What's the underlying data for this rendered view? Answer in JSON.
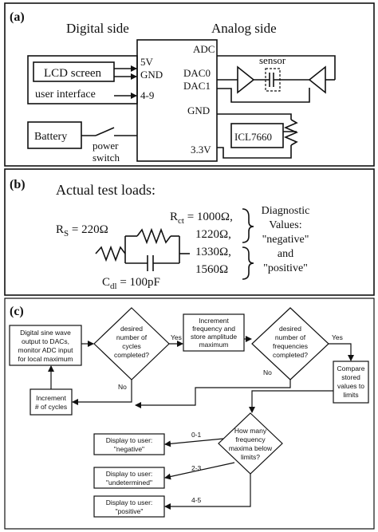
{
  "panel_a": {
    "label": "(a)",
    "digital_side": "Digital side",
    "analog_side": "Analog side",
    "lcd_screen": "LCD screen",
    "user_interface": "user interface",
    "pin_5v": "5V",
    "pin_gnd_left": "GND",
    "pin_4_9": "4-9",
    "battery": "Battery",
    "power": "power",
    "switch": "switch",
    "adc": "ADC",
    "dac0": "DAC0",
    "dac1": "DAC1",
    "gnd_right": "GND",
    "v33": "3.3V",
    "sensor": "sensor",
    "icl": "ICL7660"
  },
  "panel_b": {
    "label": "(b)",
    "title": "Actual test loads:",
    "rs_main": "R",
    "rs_sub": "S",
    "rs_val": " = 220Ω",
    "rct_main": "R",
    "rct_sub": "ct",
    "rct_val": " = 1000Ω,",
    "v1220": "1220Ω,",
    "v1330": "1330Ω,",
    "v1560": "1560Ω",
    "cdl_main": "C",
    "cdl_sub": "dl",
    "cdl_val": " = 100pF",
    "diag1": "Diagnostic",
    "diag2": "Values:",
    "diag3": "\"negative\"",
    "diag4": "and",
    "diag5": "\"positive\""
  },
  "panel_c": {
    "label": "(c)",
    "box_sine": [
      "Digital sine wave",
      "output to DACs,",
      "monitor ADC input",
      "for local maximum"
    ],
    "dec_cycles": [
      "desired",
      "number of",
      "cycles",
      "completed?"
    ],
    "yes1": "Yes",
    "box_incfreq": [
      "Increment",
      "frequency and",
      "store amplitude",
      "maximum"
    ],
    "dec_freq": [
      "desired",
      "number of",
      "frequencies",
      "completed?"
    ],
    "yes2": "Yes",
    "no1": "No",
    "no2": "No",
    "box_compare": [
      "Compare",
      "stored",
      "values to",
      "limits"
    ],
    "box_inccycles": [
      "Increment",
      "# of cycles"
    ],
    "dec_maxima": [
      "How many",
      "frequency",
      "maxima below",
      "limits?"
    ],
    "r01": "0-1",
    "r23": "2-3",
    "r45": "4-5",
    "disp_neg": [
      "Display to user:",
      "\"negative\""
    ],
    "disp_und": [
      "Display to user:",
      "\"undetermined\""
    ],
    "disp_pos": [
      "Display to user:",
      "\"positive\""
    ]
  }
}
